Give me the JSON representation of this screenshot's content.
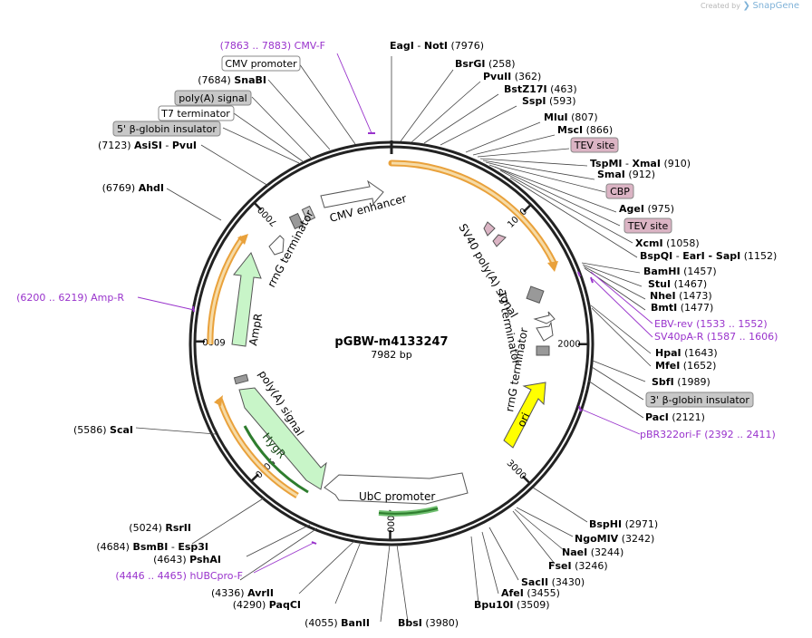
{
  "credit": {
    "prefix": "Created by",
    "brand": "SnapGene"
  },
  "plasmid": {
    "name": "pGBW-m4133247",
    "size_label": "7982 bp",
    "length": 7982
  },
  "ticks": [
    {
      "pos": 1000,
      "label": "1000"
    },
    {
      "pos": 2000,
      "label": "2000"
    },
    {
      "pos": 3000,
      "label": "3000"
    },
    {
      "pos": 4000,
      "label": "4000"
    },
    {
      "pos": 5000,
      "label": "5000"
    },
    {
      "pos": 6000,
      "label": "6000"
    },
    {
      "pos": 7000,
      "label": "7000"
    }
  ],
  "sites": [
    {
      "name": "EagI",
      "extra": "NotI",
      "pos": 7976,
      "pos_label": "(7976)"
    },
    {
      "name": "BsrGI",
      "pos": 258,
      "pos_label": "(258)"
    },
    {
      "name": "PvuII",
      "pos": 362,
      "pos_label": "(362)"
    },
    {
      "name": "BstZ17I",
      "pos": 463,
      "pos_label": "(463)"
    },
    {
      "name": "SspI",
      "pos": 593,
      "pos_label": "(593)"
    },
    {
      "name": "MluI",
      "pos": 807,
      "pos_label": "(807)"
    },
    {
      "name": "MscI",
      "pos": 866,
      "pos_label": "(866)"
    },
    {
      "name": "TspMI",
      "extra": "XmaI",
      "pos": 910,
      "pos_label": "(910)"
    },
    {
      "name": "SmaI",
      "pos": 912,
      "pos_label": "(912)"
    },
    {
      "name": "AgeI",
      "pos": 975,
      "pos_label": "(975)"
    },
    {
      "name": "XcmI",
      "pos": 1058,
      "pos_label": "(1058)"
    },
    {
      "name": "BspQI",
      "extra": "EarI  -  SapI",
      "pos": 1152,
      "pos_label": "(1152)"
    },
    {
      "name": "BamHI",
      "pos": 1457,
      "pos_label": "(1457)"
    },
    {
      "name": "StuI",
      "pos": 1467,
      "pos_label": "(1467)"
    },
    {
      "name": "NheI",
      "pos": 1473,
      "pos_label": "(1473)"
    },
    {
      "name": "BmtI",
      "pos": 1477,
      "pos_label": "(1477)"
    },
    {
      "name": "HpaI",
      "pos": 1643,
      "pos_label": "(1643)"
    },
    {
      "name": "MfeI",
      "pos": 1652,
      "pos_label": "(1652)"
    },
    {
      "name": "SbfI",
      "pos": 1989,
      "pos_label": "(1989)"
    },
    {
      "name": "PacI",
      "pos": 2121,
      "pos_label": "(2121)"
    },
    {
      "name": "BspHI",
      "pos": 2971,
      "pos_label": "(2971)"
    },
    {
      "name": "NgoMIV",
      "pos": 3242,
      "pos_label": "(3242)"
    },
    {
      "name": "NaeI",
      "pos": 3244,
      "pos_label": "(3244)"
    },
    {
      "name": "FseI",
      "pos": 3246,
      "pos_label": "(3246)"
    },
    {
      "name": "SacII",
      "pos": 3430,
      "pos_label": "(3430)"
    },
    {
      "name": "AfeI",
      "pos": 3455,
      "pos_label": "(3455)"
    },
    {
      "name": "Bpu10I",
      "pos": 3509,
      "pos_label": "(3509)"
    },
    {
      "name": "BbsI",
      "pos": 3980,
      "pos_label": "(3980)"
    },
    {
      "name": "BanII",
      "pos": 4055,
      "pos_label": "(4055)"
    },
    {
      "name": "PaqCI",
      "pos": 4290,
      "pos_label": "(4290)"
    },
    {
      "name": "AvrII",
      "pos": 4336,
      "pos_label": "(4336)"
    },
    {
      "name": "PshAI",
      "pos": 4643,
      "pos_label": "(4643)"
    },
    {
      "name": "BsmBI",
      "extra": "Esp3I",
      "pos": 4684,
      "pos_label": "(4684)"
    },
    {
      "name": "RsrII",
      "pos": 5024,
      "pos_label": "(5024)"
    },
    {
      "name": "ScaI",
      "pos": 5586,
      "pos_label": "(5586)"
    },
    {
      "name": "AhdI",
      "pos": 6769,
      "pos_label": "(6769)"
    },
    {
      "name": "AsiSI",
      "extra": "PvuI",
      "pos": 7123,
      "pos_label": "(7123)"
    },
    {
      "name": "SnaBI",
      "pos": 7684,
      "pos_label": "(7684)"
    }
  ],
  "boxed_labels": [
    {
      "text": "CMV promoter",
      "style": "white"
    },
    {
      "text": "poly(A) signal",
      "style": "gray"
    },
    {
      "text": "T7 terminator",
      "style": "white"
    },
    {
      "text": "5' β-globin insulator",
      "style": "gray"
    },
    {
      "text": "TEV site",
      "style": "pink"
    },
    {
      "text": "CBP",
      "style": "pink"
    },
    {
      "text": "TEV site",
      "style": "pink"
    },
    {
      "text": "3' β-globin insulator",
      "style": "gray"
    }
  ],
  "primers": [
    {
      "name": "CMV-F",
      "range": "(7863 .. 7883)"
    },
    {
      "name": "Amp-R",
      "range": "(6200 .. 6219)"
    },
    {
      "name": "EBV-rev",
      "range": "(1533 .. 1552)"
    },
    {
      "name": "SV40pA-R",
      "range": "(1587 .. 1606)"
    },
    {
      "name": "pBR322ori-F",
      "range": "(2392 .. 2411)"
    },
    {
      "name": "hUBCpro-F",
      "range": "(4446 .. 4465)"
    }
  ],
  "features": [
    {
      "label": "CMV enhancer"
    },
    {
      "label": "SV40 poly(A) signal"
    },
    {
      "label": "T7 terminator"
    },
    {
      "label": "rrnG terminator"
    },
    {
      "label": "ori"
    },
    {
      "label": "UbC promoter"
    },
    {
      "label": "HygR"
    },
    {
      "label": "poly(A) signal"
    },
    {
      "label": "AmpR"
    },
    {
      "label": "rrnG terminator"
    }
  ],
  "colors": {
    "backbone": "#222222",
    "orf_outline": "#e9a13b",
    "primer": "#9933cc",
    "ori": "#ffff00",
    "marker": "#c8f5c8",
    "promoter": "#ffffff",
    "terminator": "#999999",
    "insulator": "#c8c8c8",
    "tag": "#dbb4c4"
  }
}
